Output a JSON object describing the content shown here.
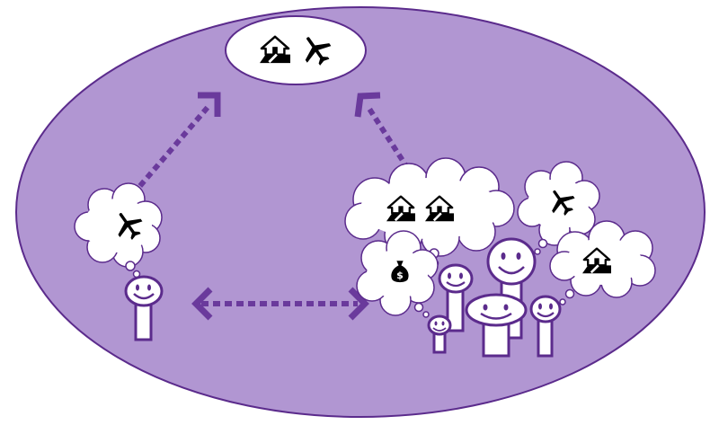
{
  "colors": {
    "background": "#ffffff",
    "ellipse_fill": "#b196d2",
    "outline": "#5b2b8c",
    "arrow": "#6a3a9c",
    "bubble_fill": "#ffffff",
    "icon": "#000000"
  },
  "icons": {
    "house": "house-icon",
    "plane": "airplane-icon",
    "money": "money-bag-icon",
    "person": "smiley-person"
  },
  "goal": {
    "icons": [
      "house",
      "plane"
    ]
  },
  "individual": {
    "thought": [
      "plane"
    ]
  },
  "group": {
    "thoughts": [
      {
        "id": "shared-houses",
        "icons": [
          "house",
          "house"
        ]
      },
      {
        "id": "plane",
        "icons": [
          "plane"
        ]
      },
      {
        "id": "house",
        "icons": [
          "house"
        ]
      },
      {
        "id": "money",
        "icons": [
          "money"
        ]
      }
    ],
    "people_count": 5
  },
  "arrows": [
    {
      "id": "individual-to-goal",
      "style": "dotted",
      "direction": "one-way"
    },
    {
      "id": "group-to-goal",
      "style": "dotted",
      "direction": "one-way"
    },
    {
      "id": "individual-group-exchange",
      "style": "dotted",
      "direction": "two-way"
    }
  ]
}
